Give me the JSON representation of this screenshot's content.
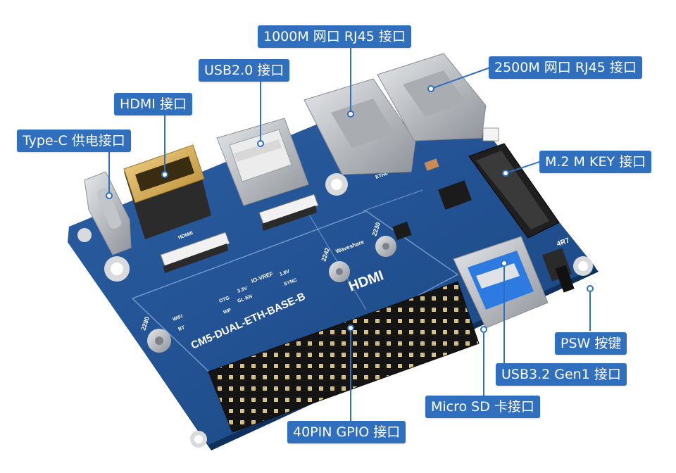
{
  "board": {
    "model_label": "CM5-DUAL-ETH-BASE-B",
    "hdmi_logo": "HDMI",
    "brand": "Waveshare",
    "silk_eth0": "ETH0",
    "silk_hdmi0": "HDMI0",
    "silk_2280": "2280",
    "silk_2242": "2242",
    "silk_2230": "2230",
    "silk_io_vref": "IO-VREF",
    "silk_3v3": "3.3V",
    "silk_1v8": "1.8V",
    "silk_sync": "SYNC",
    "silk_gl_en": "GL-EN",
    "silk_otg": "OTG",
    "silk_wifi": "WIFI",
    "silk_bt": "BT",
    "silk_wp": "WP",
    "silk_4r7": "4R7"
  },
  "labels": {
    "type_c": "Type-C 供电接口",
    "hdmi": "HDMI 接口",
    "usb2": "USB2.0 接口",
    "rj45_1000": "1000M 网口 RJ45 接口",
    "rj45_2500": "2500M 网口 RJ45 接口",
    "m2": "M.2 M KEY 接口",
    "psw": "PSW 按键",
    "usb3": "USB3.2 Gen1 接口",
    "microsd": "Micro SD 卡接口",
    "gpio": "40PIN GPIO 接口"
  },
  "colors": {
    "callout_bg": "#2f6fbe",
    "pcb_blue": "#1f4d8c",
    "pcb_edge": "#16386a",
    "silkscreen": "#ffffff",
    "connector_metal": "#c9ccd0",
    "gold": "#d9b25a"
  }
}
